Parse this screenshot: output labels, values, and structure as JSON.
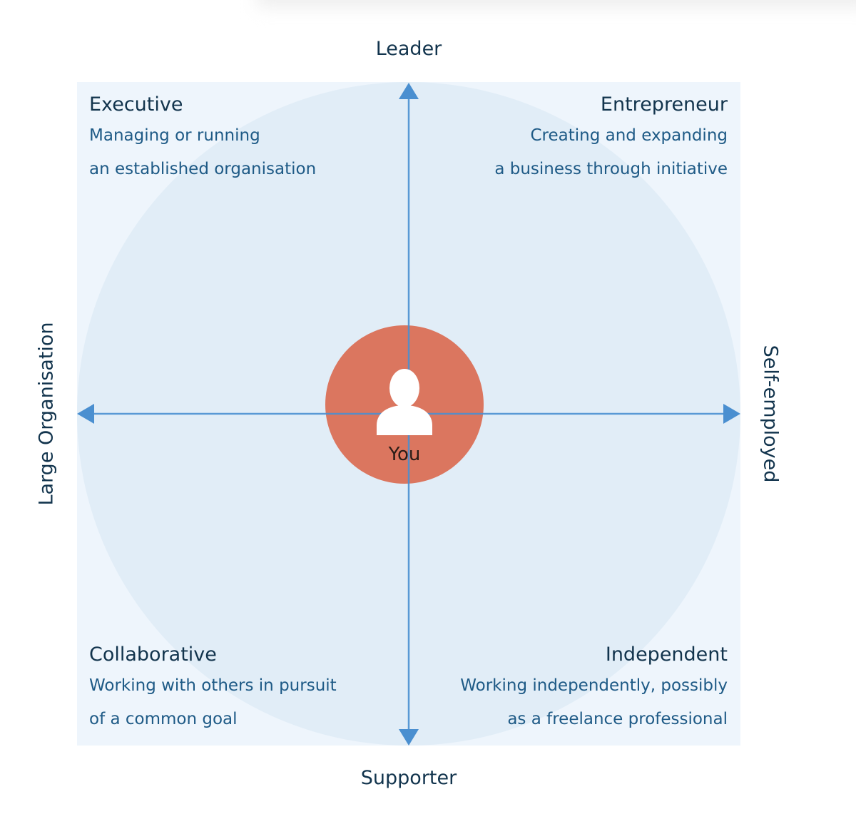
{
  "axes": {
    "top": "Leader",
    "bottom": "Supporter",
    "left": "Large Organisation",
    "right": "Self-employed"
  },
  "center": {
    "label": "You",
    "icon": "person-icon",
    "color": "#db765f"
  },
  "quadrants": {
    "top_left": {
      "title": "Executive",
      "lines": [
        "Managing or running",
        "an established organisation"
      ]
    },
    "top_right": {
      "title": "Entrepreneur",
      "lines": [
        "Creating and expanding",
        "a business through initiative"
      ]
    },
    "bottom_left": {
      "title": "Collaborative",
      "lines": [
        "Working with others in pursuit",
        "of a common goal"
      ]
    },
    "bottom_right": {
      "title": "Independent",
      "lines": [
        "Working independently, possibly",
        "as a freelance professional"
      ]
    }
  },
  "colors": {
    "panel": "#eef5fc",
    "circle": "#e1edf7",
    "axis": "#4a8fd0",
    "text_dark": "#12344d",
    "text_body": "#1e5a86"
  }
}
